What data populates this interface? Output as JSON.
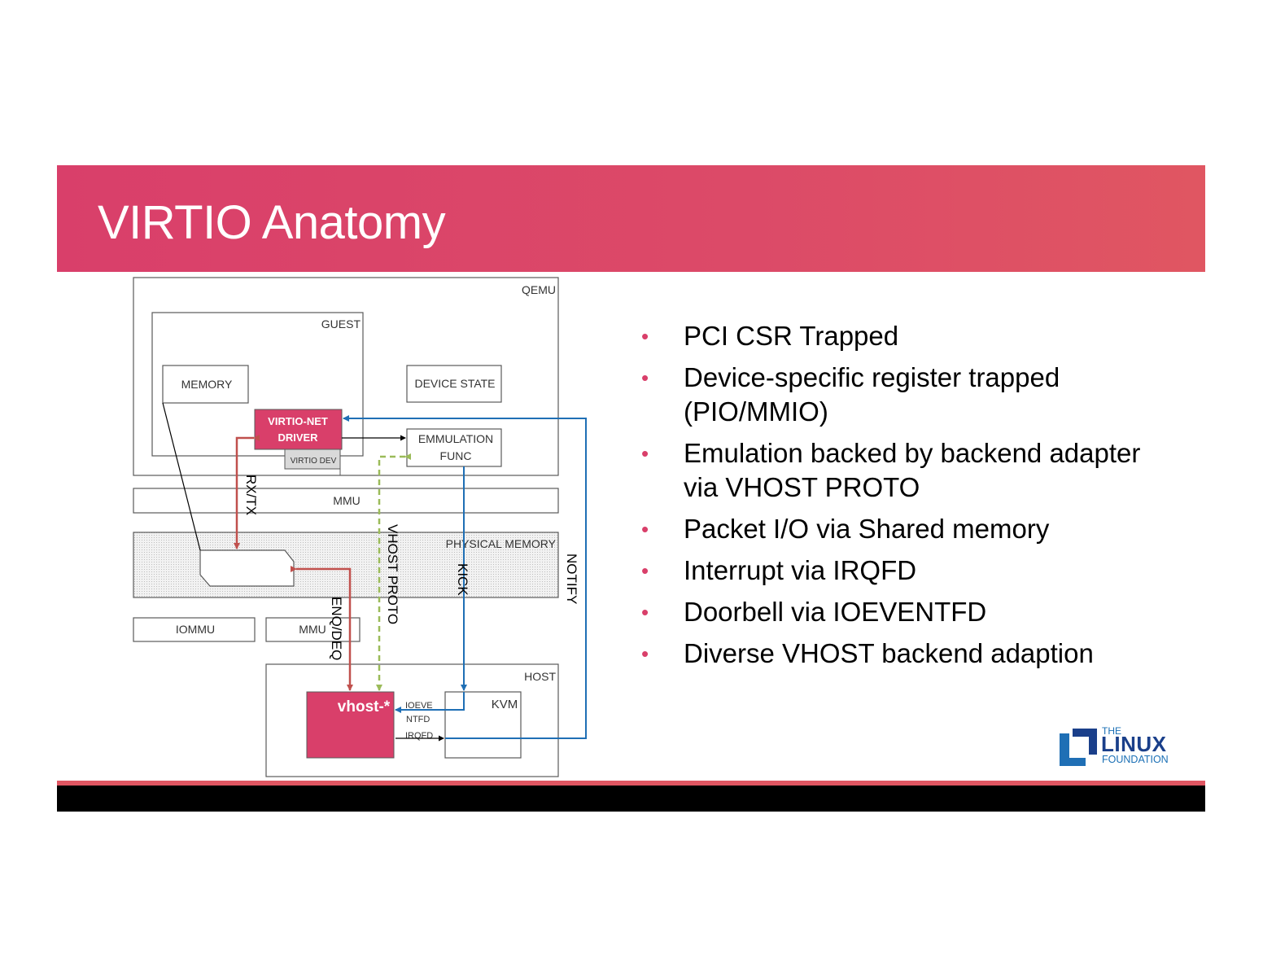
{
  "slide": {
    "title": "VIRTIO Anatomy",
    "colors": {
      "title_band": "#d93f6a",
      "accent_red": "#c0504d",
      "accent_blue": "#1f6fb5",
      "accent_green": "#9bbb59",
      "footer": "#000000"
    }
  },
  "diagram": {
    "qemu": "QEMU",
    "guest": "GUEST",
    "memory": "MEMORY",
    "device_state": "DEVICE STATE",
    "virtio_net_driver_line1": "VIRTIO-NET",
    "virtio_net_driver_line2": "DRIVER",
    "virtio_dev": "VIRTIO DEV",
    "emulation_func_line1": "EMMULATION",
    "emulation_func_line2": "FUNC",
    "mmu_top": "MMU",
    "physical_memory": "PHYSICAL MEMORY",
    "iommu": "IOMMU",
    "mmu_bottom": "MMU",
    "host": "HOST",
    "vhost": "vhost-*",
    "kvm": "KVM",
    "ioeventfd_line1": "IOEVE",
    "ioeventfd_line2": "NTFD",
    "irqfd": "IRQFD",
    "label_rxtx": "RX/TX",
    "label_vhost_proto": "VHOST PROTO",
    "label_kick": "KICK",
    "label_notify": "NOTIFY",
    "label_enq_deq": "ENQ/DEQ"
  },
  "bullets": [
    "PCI CSR Trapped",
    "Device-specific register trapped (PIO/MMIO)",
    "Emulation backed by backend adapter via VHOST PROTO",
    "Packet I/O via Shared memory",
    "Interrupt via IRQFD",
    "Doorbell via IOEVENTFD",
    "Diverse VHOST backend adaption"
  ],
  "logo": {
    "line1": "THE",
    "line2": "LINUX",
    "line3": "FOUNDATION"
  }
}
